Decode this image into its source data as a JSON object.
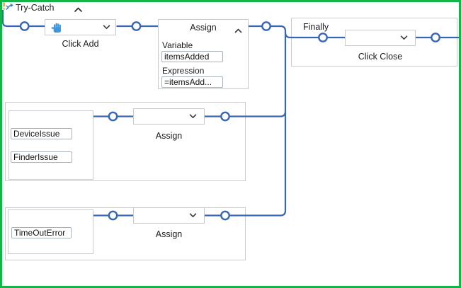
{
  "colors": {
    "selection_border": "#12b548",
    "flow_line": "#3767b4",
    "hand_icon": "#3f96dc",
    "box_border": "#c9c9c9"
  },
  "header": {
    "title": "Try-Catch"
  },
  "try": {
    "click_activity": {
      "label": "Click Add"
    },
    "assign": {
      "title": "Assign",
      "variable_label": "Variable",
      "variable_value": "itemsAdded",
      "expression_label": "Expression",
      "expression_value": "=itemsAdd..."
    }
  },
  "catches": [
    {
      "exceptions": [
        "DeviceIssue",
        "FinderIssue"
      ],
      "activity_label": "Assign"
    },
    {
      "exceptions": [
        "TimeOutError"
      ],
      "activity_label": "Assign"
    }
  ],
  "finally": {
    "label": "Finally",
    "activity_label": "Click Close"
  }
}
